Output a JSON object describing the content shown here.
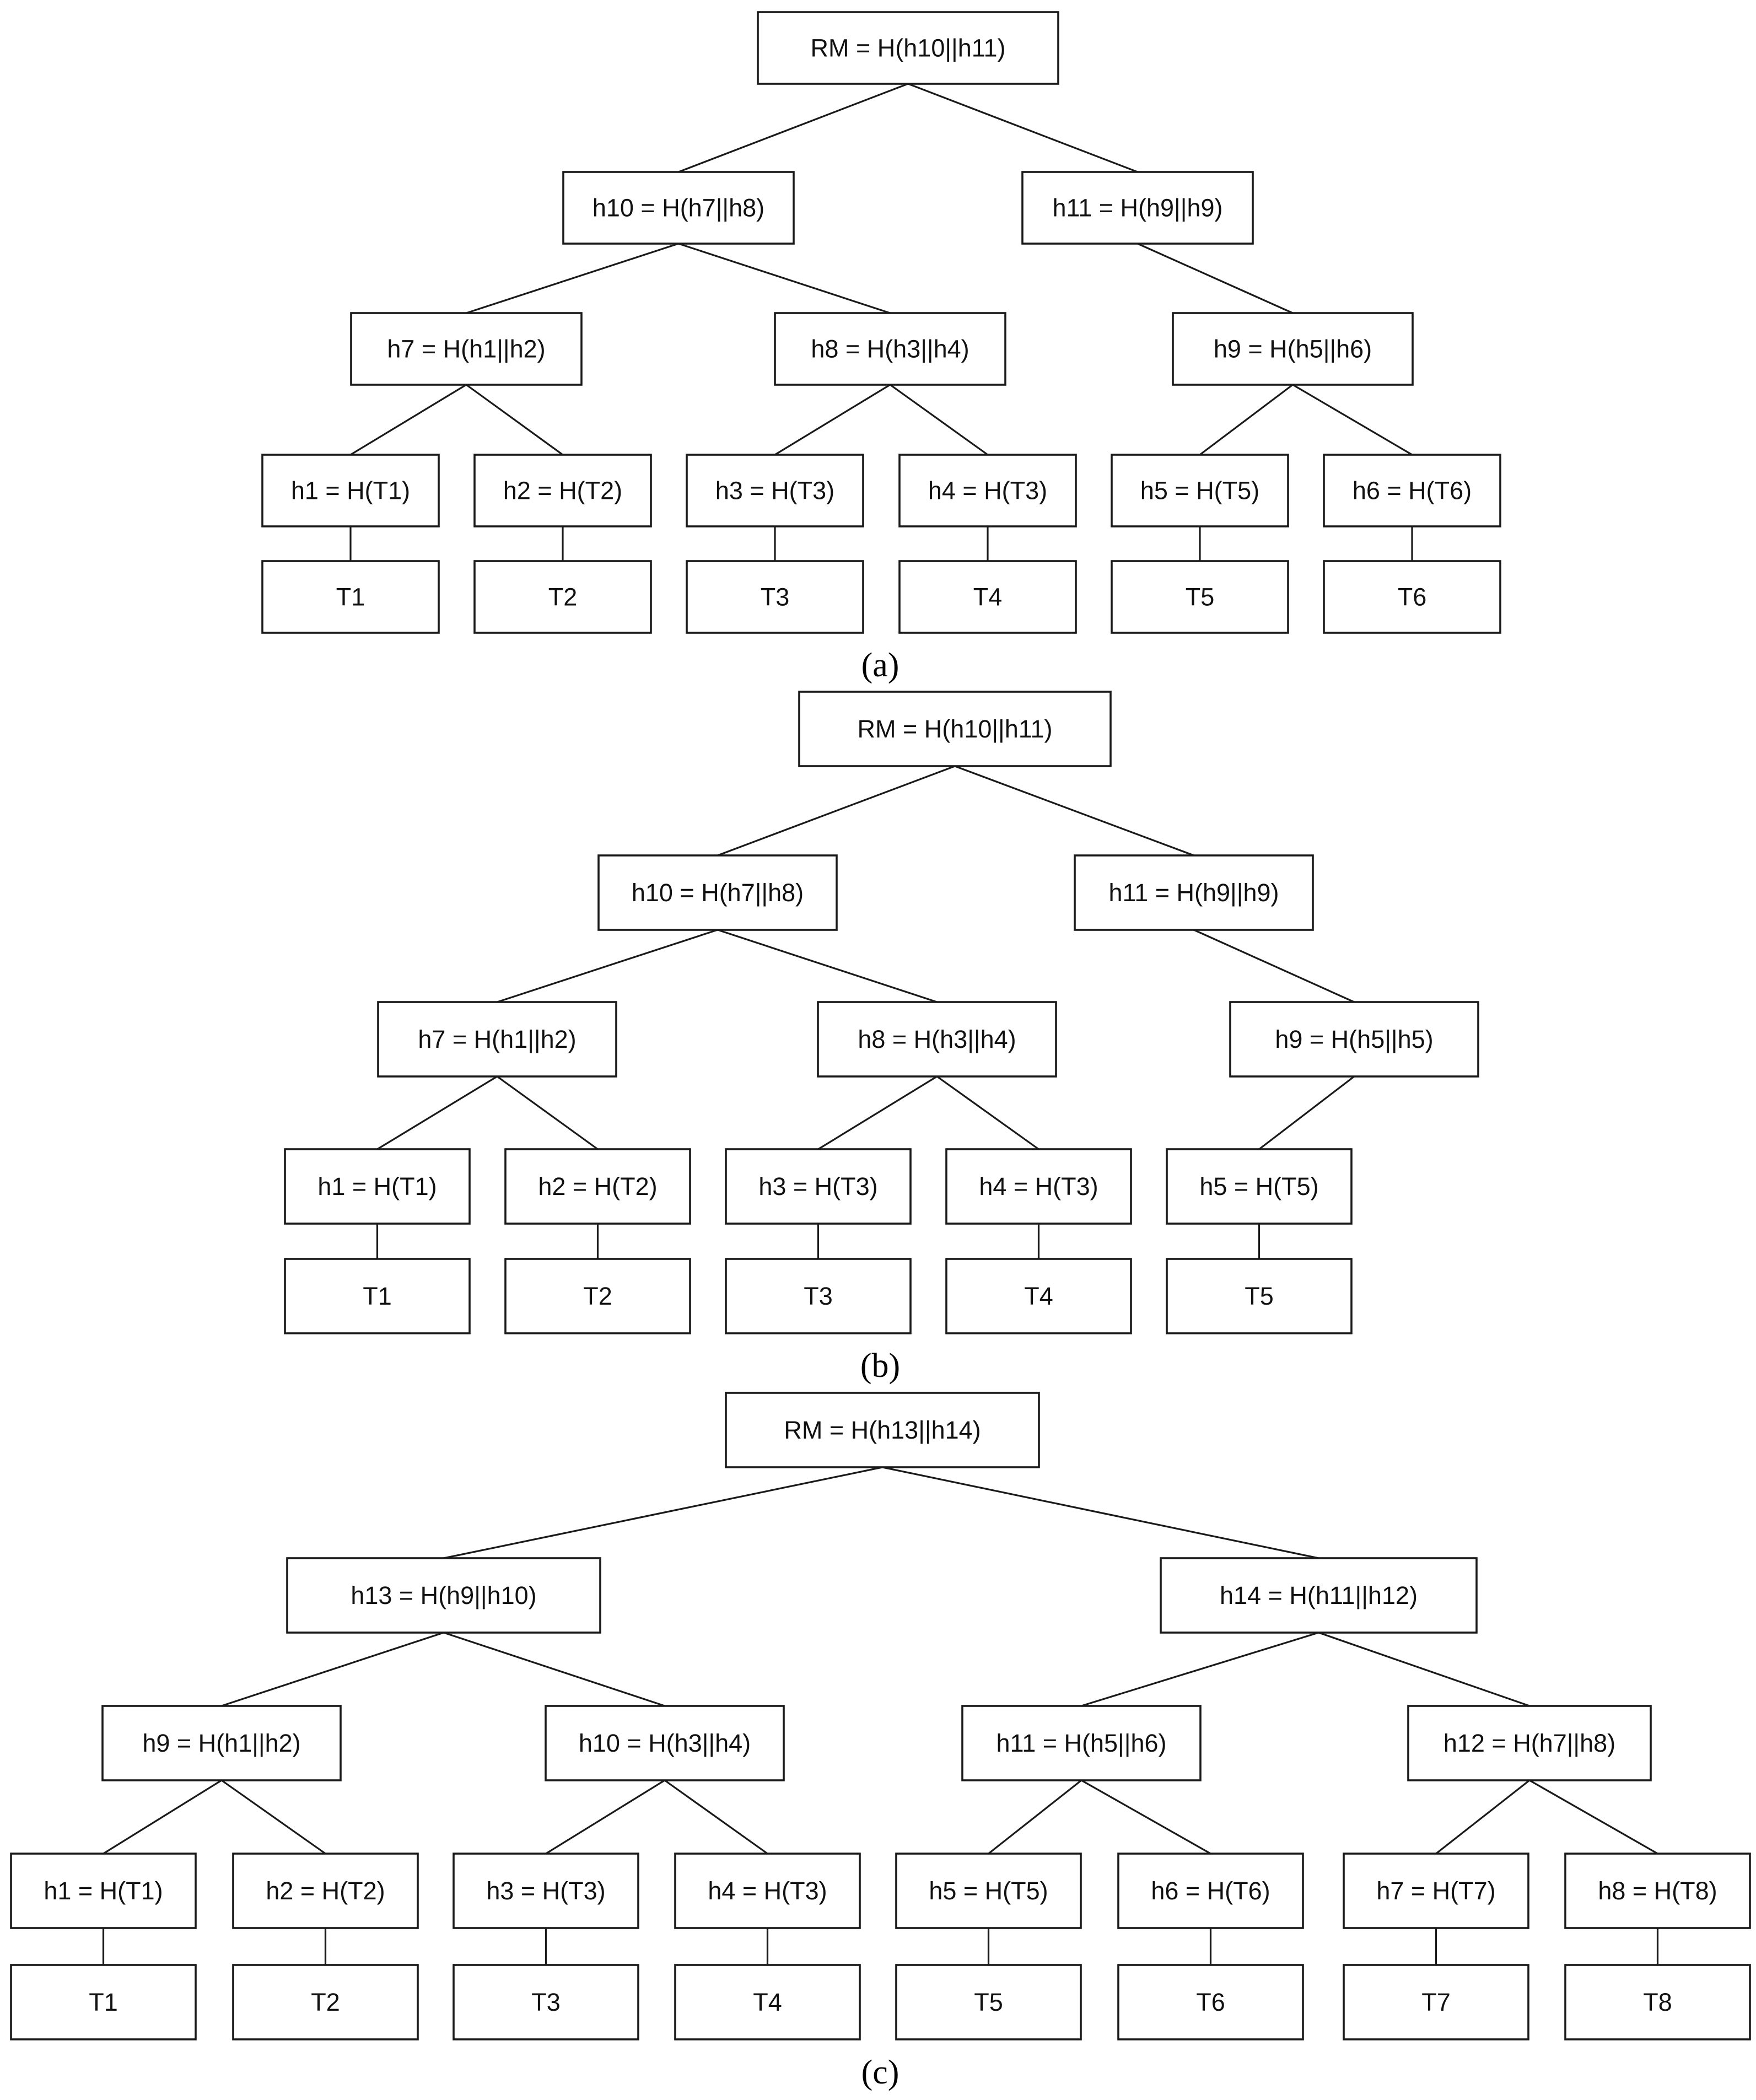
{
  "panels": [
    {
      "caption": "(a)",
      "nodes": [
        {
          "id": "a-rm",
          "label": "RM = H(h10||h11)"
        },
        {
          "id": "a-h10",
          "label": "h10 = H(h7||h8)"
        },
        {
          "id": "a-h11",
          "label": "h11 = H(h9||h9)"
        },
        {
          "id": "a-h7",
          "label": "h7 = H(h1||h2)"
        },
        {
          "id": "a-h8",
          "label": "h8 = H(h3||h4)"
        },
        {
          "id": "a-h9",
          "label": "h9 = H(h5||h6)"
        },
        {
          "id": "a-h1",
          "label": "h1 = H(T1)"
        },
        {
          "id": "a-h2",
          "label": "h2 = H(T2)"
        },
        {
          "id": "a-h3",
          "label": "h3 = H(T3)"
        },
        {
          "id": "a-h4",
          "label": "h4 = H(T3)"
        },
        {
          "id": "a-h5",
          "label": "h5 = H(T5)"
        },
        {
          "id": "a-h6",
          "label": "h6 = H(T6)"
        },
        {
          "id": "a-t1",
          "label": "T1"
        },
        {
          "id": "a-t2",
          "label": "T2"
        },
        {
          "id": "a-t3",
          "label": "T3"
        },
        {
          "id": "a-t4",
          "label": "T4"
        },
        {
          "id": "a-t5",
          "label": "T5"
        },
        {
          "id": "a-t6",
          "label": "T6"
        }
      ]
    },
    {
      "caption": "(b)",
      "nodes": [
        {
          "id": "b-rm",
          "label": "RM = H(h10||h11)"
        },
        {
          "id": "b-h10",
          "label": "h10 = H(h7||h8)"
        },
        {
          "id": "b-h11",
          "label": "h11 = H(h9||h9)"
        },
        {
          "id": "b-h7",
          "label": "h7 = H(h1||h2)"
        },
        {
          "id": "b-h8",
          "label": "h8 = H(h3||h4)"
        },
        {
          "id": "b-h9",
          "label": "h9 = H(h5||h5)"
        },
        {
          "id": "b-h1",
          "label": "h1 = H(T1)"
        },
        {
          "id": "b-h2",
          "label": "h2 = H(T2)"
        },
        {
          "id": "b-h3",
          "label": "h3 = H(T3)"
        },
        {
          "id": "b-h4",
          "label": "h4 = H(T3)"
        },
        {
          "id": "b-h5",
          "label": "h5 = H(T5)"
        },
        {
          "id": "b-t1",
          "label": "T1"
        },
        {
          "id": "b-t2",
          "label": "T2"
        },
        {
          "id": "b-t3",
          "label": "T3"
        },
        {
          "id": "b-t4",
          "label": "T4"
        },
        {
          "id": "b-t5",
          "label": "T5"
        }
      ]
    },
    {
      "caption": "(c)",
      "nodes": [
        {
          "id": "c-rm",
          "label": "RM = H(h13||h14)"
        },
        {
          "id": "c-h13",
          "label": "h13 = H(h9||h10)"
        },
        {
          "id": "c-h14",
          "label": "h14 = H(h11||h12)"
        },
        {
          "id": "c-h9",
          "label": "h9 = H(h1||h2)"
        },
        {
          "id": "c-h10",
          "label": "h10 = H(h3||h4)"
        },
        {
          "id": "c-h11",
          "label": "h11 = H(h5||h6)"
        },
        {
          "id": "c-h12",
          "label": "h12 = H(h7||h8)"
        },
        {
          "id": "c-h1",
          "label": "h1 = H(T1)"
        },
        {
          "id": "c-h2",
          "label": "h2 = H(T2)"
        },
        {
          "id": "c-h3",
          "label": "h3 = H(T3)"
        },
        {
          "id": "c-h4",
          "label": "h4 = H(T3)"
        },
        {
          "id": "c-h5",
          "label": "h5 = H(T5)"
        },
        {
          "id": "c-h6",
          "label": "h6 = H(T6)"
        },
        {
          "id": "c-h7",
          "label": "h7 = H(T7)"
        },
        {
          "id": "c-h8",
          "label": "h8 = H(T8)"
        },
        {
          "id": "c-t1",
          "label": "T1"
        },
        {
          "id": "c-t2",
          "label": "T2"
        },
        {
          "id": "c-t3",
          "label": "T3"
        },
        {
          "id": "c-t4",
          "label": "T4"
        },
        {
          "id": "c-t5",
          "label": "T5"
        },
        {
          "id": "c-t6",
          "label": "T6"
        },
        {
          "id": "c-t7",
          "label": "T7"
        },
        {
          "id": "c-t8",
          "label": "T8"
        }
      ]
    }
  ],
  "edges": [
    [
      "a-rm",
      "a-h10"
    ],
    [
      "a-rm",
      "a-h11"
    ],
    [
      "a-h10",
      "a-h7"
    ],
    [
      "a-h10",
      "a-h8"
    ],
    [
      "a-h11",
      "a-h9"
    ],
    [
      "a-h7",
      "a-h1"
    ],
    [
      "a-h7",
      "a-h2"
    ],
    [
      "a-h8",
      "a-h3"
    ],
    [
      "a-h8",
      "a-h4"
    ],
    [
      "a-h9",
      "a-h5"
    ],
    [
      "a-h9",
      "a-h6"
    ],
    [
      "a-h1",
      "a-t1"
    ],
    [
      "a-h2",
      "a-t2"
    ],
    [
      "a-h3",
      "a-t3"
    ],
    [
      "a-h4",
      "a-t4"
    ],
    [
      "a-h5",
      "a-t5"
    ],
    [
      "a-h6",
      "a-t6"
    ],
    [
      "b-rm",
      "b-h10"
    ],
    [
      "b-rm",
      "b-h11"
    ],
    [
      "b-h10",
      "b-h7"
    ],
    [
      "b-h10",
      "b-h8"
    ],
    [
      "b-h11",
      "b-h9"
    ],
    [
      "b-h7",
      "b-h1"
    ],
    [
      "b-h7",
      "b-h2"
    ],
    [
      "b-h8",
      "b-h3"
    ],
    [
      "b-h8",
      "b-h4"
    ],
    [
      "b-h9",
      "b-h5"
    ],
    [
      "b-h1",
      "b-t1"
    ],
    [
      "b-h2",
      "b-t2"
    ],
    [
      "b-h3",
      "b-t3"
    ],
    [
      "b-h4",
      "b-t4"
    ],
    [
      "b-h5",
      "b-t5"
    ],
    [
      "c-rm",
      "c-h13"
    ],
    [
      "c-rm",
      "c-h14"
    ],
    [
      "c-h13",
      "c-h9"
    ],
    [
      "c-h13",
      "c-h10"
    ],
    [
      "c-h14",
      "c-h11"
    ],
    [
      "c-h14",
      "c-h12"
    ],
    [
      "c-h9",
      "c-h1"
    ],
    [
      "c-h9",
      "c-h2"
    ],
    [
      "c-h10",
      "c-h3"
    ],
    [
      "c-h10",
      "c-h4"
    ],
    [
      "c-h11",
      "c-h5"
    ],
    [
      "c-h11",
      "c-h6"
    ],
    [
      "c-h12",
      "c-h7"
    ],
    [
      "c-h12",
      "c-h8"
    ],
    [
      "c-h1",
      "c-t1"
    ],
    [
      "c-h2",
      "c-t2"
    ],
    [
      "c-h3",
      "c-t3"
    ],
    [
      "c-h4",
      "c-t4"
    ],
    [
      "c-h5",
      "c-t5"
    ],
    [
      "c-h6",
      "c-t6"
    ],
    [
      "c-h7",
      "c-t7"
    ],
    [
      "c-h8",
      "c-t8"
    ]
  ]
}
